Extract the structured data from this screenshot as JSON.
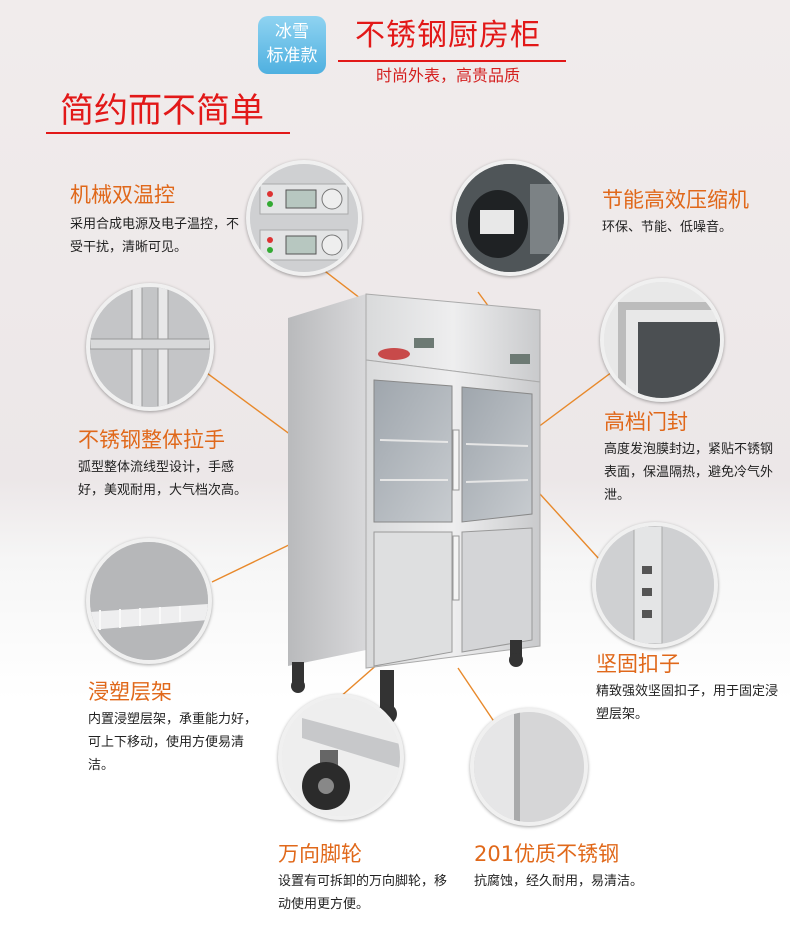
{
  "header": {
    "badge_line1": "冰雪",
    "badge_line2": "标准款",
    "title": "不锈钢厨房柜",
    "subtitle": "时尚外表，高贵品质"
  },
  "section_title": "简约而不简单",
  "features": {
    "thermostat": {
      "title": "机械双温控",
      "desc": "采用合成电源及电子温控，不受干扰，清晰可见。",
      "icon": "thermostat-icon"
    },
    "compressor": {
      "title": "节能高效压缩机",
      "desc": "环保、节能、低噪音。",
      "icon": "compressor-icon"
    },
    "handle": {
      "title": "不锈钢整体拉手",
      "desc": "弧型整体流线型设计，手感好，美观耐用，大气档次高。",
      "icon": "handle-icon"
    },
    "door_seal": {
      "title": "高档门封",
      "desc": "高度发泡膜封边，紧贴不锈钢表面，保温隔热，避免冷气外泄。",
      "icon": "seal-icon"
    },
    "shelf": {
      "title": "浸塑层架",
      "desc": "内置浸塑层架，承重能力好，可上下移动，使用方便易清洁。",
      "icon": "shelf-icon"
    },
    "clip": {
      "title": "坚固扣子",
      "desc": "精致强效坚固扣子，用于固定浸塑层架。",
      "icon": "clip-icon"
    },
    "caster": {
      "title": "万向脚轮",
      "desc": "设置有可拆卸的万向脚轮，移动使用更方便。",
      "icon": "caster-icon"
    },
    "steel": {
      "title": "201优质不锈钢",
      "desc": "抗腐蚀，经久耐用，易清洁。",
      "icon": "steel-icon"
    }
  },
  "colors": {
    "accent_red": "#e21818",
    "feature_orange": "#e0681a",
    "connector": "#e8892b",
    "badge_blue": "#4fb0e0"
  }
}
